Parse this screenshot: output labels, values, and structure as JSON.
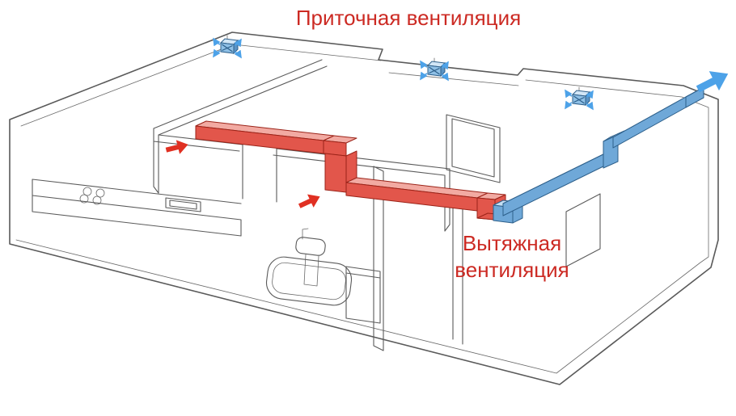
{
  "diagram": {
    "title": "Приточная вентиляция",
    "exhaust_label": {
      "line1": "Вытяжная",
      "line2": "вентиляция"
    }
  },
  "colors": {
    "bg": "#ffffff",
    "line_gray": "#5a5a5a",
    "label_red": "#cc2a23",
    "duct_red_top": "#f2aaa2",
    "duct_red_side": "#e2564b",
    "duct_red_line": "#9b2318",
    "duct_blue_top": "#c4def2",
    "duct_blue_side": "#6fa8d8",
    "duct_blue_line": "#2d5f8a",
    "arrow_red": "#e03022",
    "arrow_blue": "#4da2e8",
    "diffuser_front": "#8fc0e6",
    "diffuser_top": "#d2e6f6",
    "diffuser_side": "#5b93c4"
  },
  "icons": {
    "diffuser": "ceiling-diffuser-fan-icon",
    "supply_arrow": "supply-airflow-arrow-icon",
    "exhaust_arrow": "exhaust-airflow-arrow-icon"
  }
}
